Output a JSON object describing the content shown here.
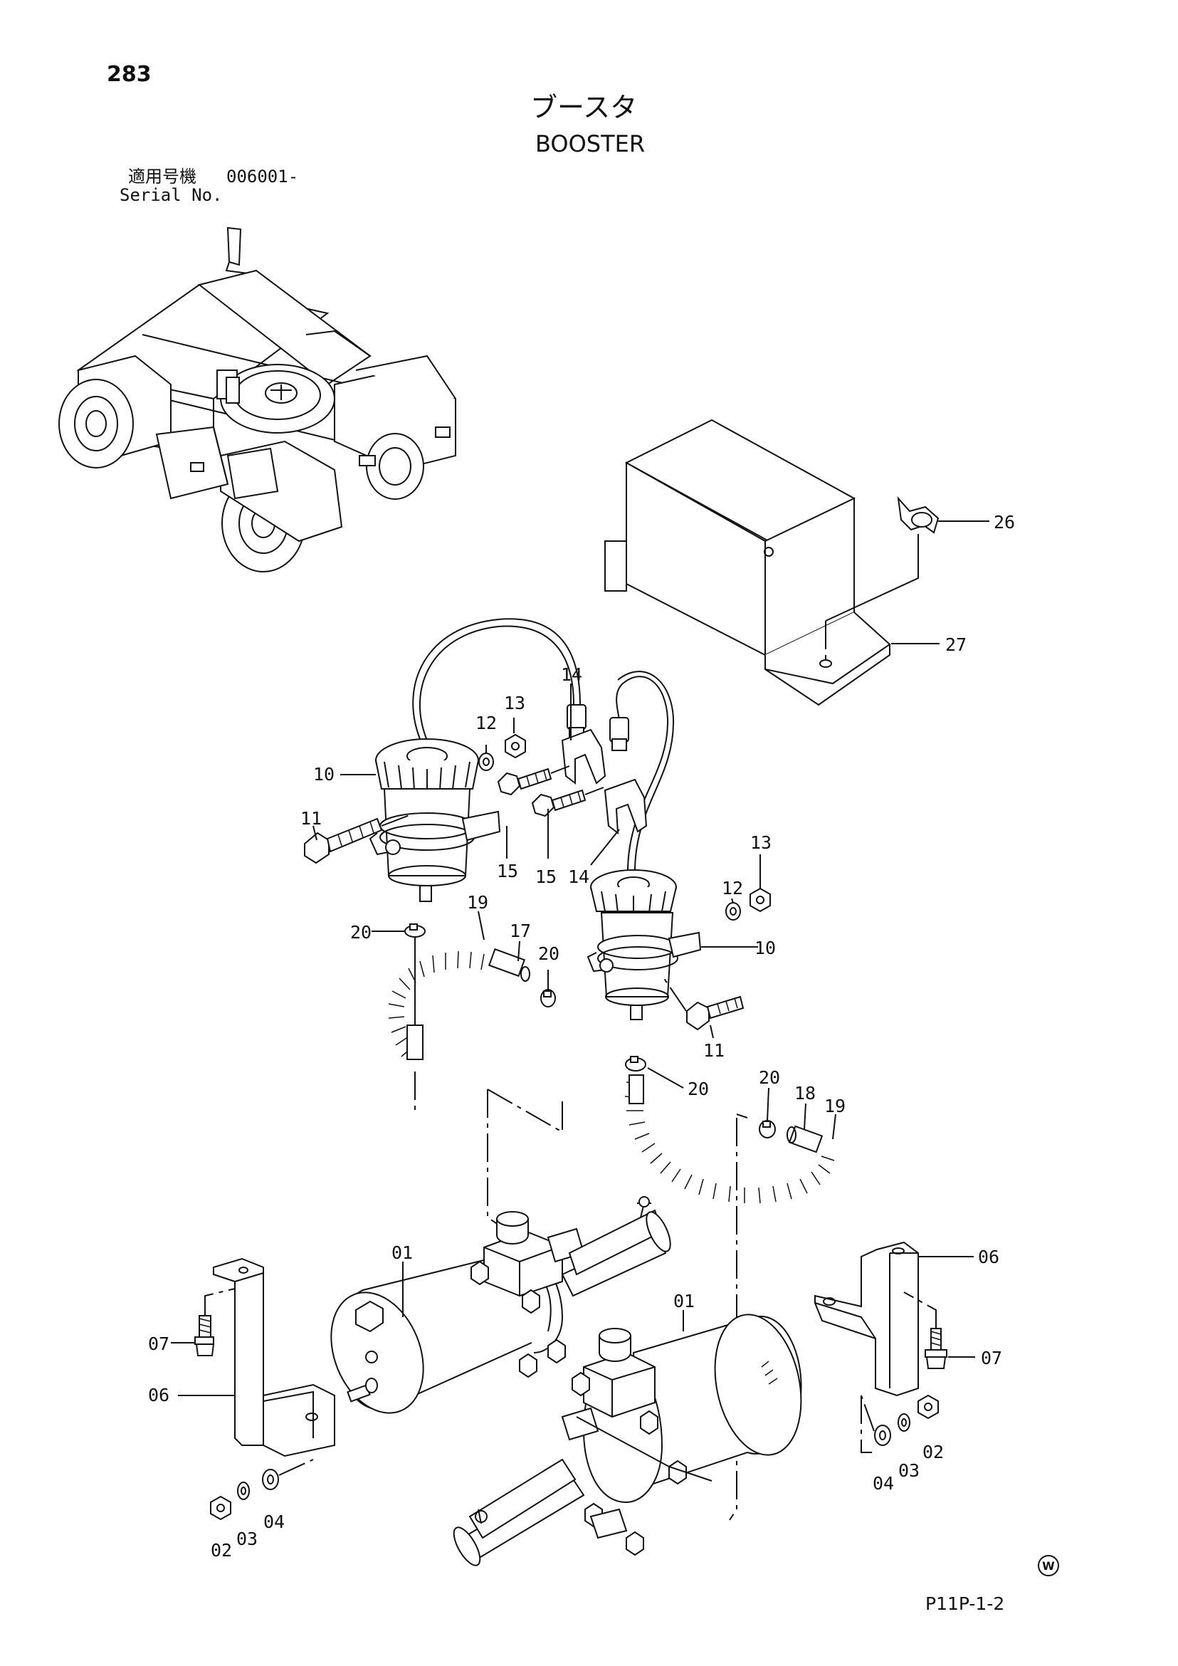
{
  "page_number": "283",
  "title_jp": "ブースタ",
  "title_en": "BOOSTER",
  "serial": {
    "label_jp": "適用号機",
    "value": "006001-",
    "label_en": "Serial No."
  },
  "doc_code": "P11P-1-2",
  "mark": "W",
  "callouts": {
    "c01a": "01",
    "c01b": "01",
    "c02a": "02",
    "c02b": "02",
    "c03a": "03",
    "c03b": "03",
    "c04a": "04",
    "c04b": "04",
    "c06a": "06",
    "c06b": "06",
    "c07a": "07",
    "c07b": "07",
    "c10a": "10",
    "c10b": "10",
    "c11a": "11",
    "c11b": "11",
    "c12a": "12",
    "c12b": "12",
    "c13a": "13",
    "c13b": "13",
    "c14a": "14",
    "c14b": "14",
    "c15a": "15",
    "c15b": "15",
    "c17": "17",
    "c18": "18",
    "c19a": "19",
    "c19b": "19",
    "c20a": "20",
    "c20b": "20",
    "c20c": "20",
    "c20d": "20",
    "c26": "26",
    "c27": "27"
  },
  "colors": {
    "ink": "#111111",
    "paper": "#ffffff"
  }
}
